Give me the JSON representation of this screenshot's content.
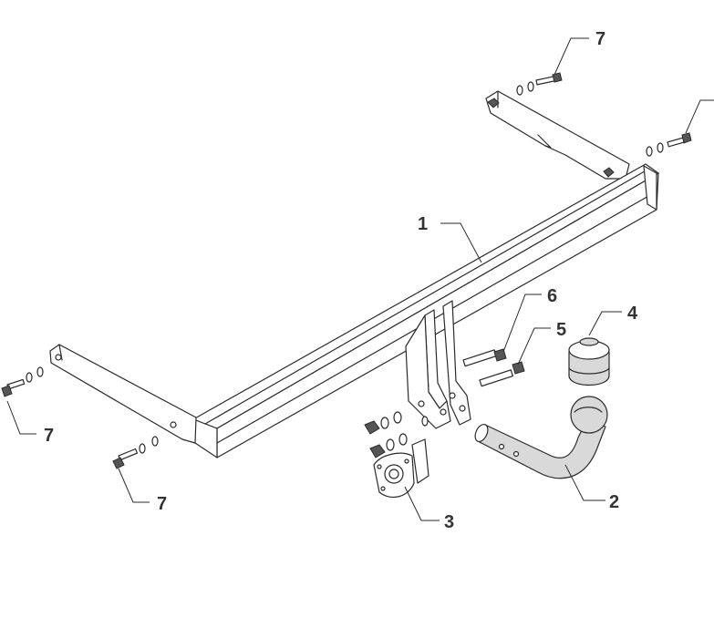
{
  "callouts": {
    "c1": "1",
    "c2": "2",
    "c3": "3",
    "c4": "4",
    "c5": "5",
    "c6": "6",
    "c7_top": "7",
    "c7_left": "7",
    "c7_bottom": "7"
  },
  "colors": {
    "line": "#2b2b2b",
    "text": "#333333",
    "shade": "#d9d9d9"
  }
}
